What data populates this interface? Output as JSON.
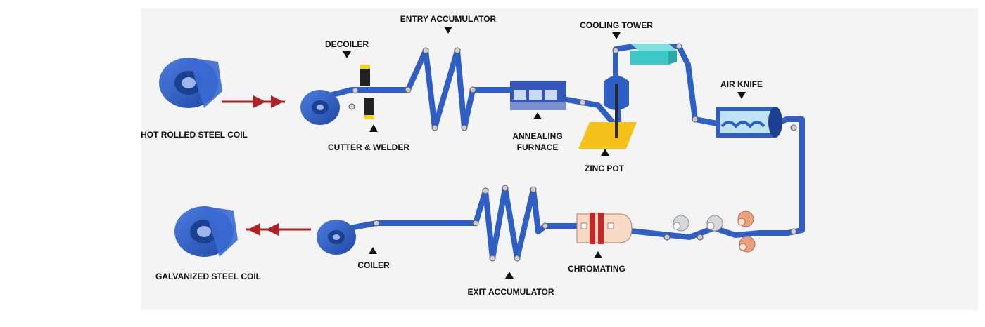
{
  "colors": {
    "strip": "#2f5fc4",
    "strip_dark": "#1d3f8f",
    "coil": "#2a58c0",
    "arrow": "#b21f24",
    "label": "#111111",
    "roller": "#c9ccd2",
    "furnace": "#3556b8",
    "cooling_tower": "#3ec7c7",
    "zinc_pot": "#f4c21b",
    "chromating": "#f7d9c6",
    "chromating_band": "#c62828",
    "copper_roll": "#e9a17c"
  },
  "icons": {
    "pointer": "triangle-marker-icon",
    "flow_arrow": "double-chevron-arrow-icon"
  },
  "labels": {
    "hot_rolled_steel_coil": "HOT ROLLED STEEL COIL",
    "decoiler": "DECOILER",
    "cutter_welder": "CUTTER & WELDER",
    "entry_accumulator": "ENTRY ACCUMULATOR",
    "annealing_furnace_line1": "ANNEALING",
    "annealing_furnace_line2": "FURNACE",
    "cooling_tower": "COOLING TOWER",
    "zinc_pot": "ZINC POT",
    "air_knife": "AIR KNIFE",
    "chromating": "CHROMATING",
    "exit_accumulator": "EXIT ACCUMULATOR",
    "coiler": "COILER",
    "galvanized_steel_coil": "GALVANIZED STEEL COIL"
  }
}
